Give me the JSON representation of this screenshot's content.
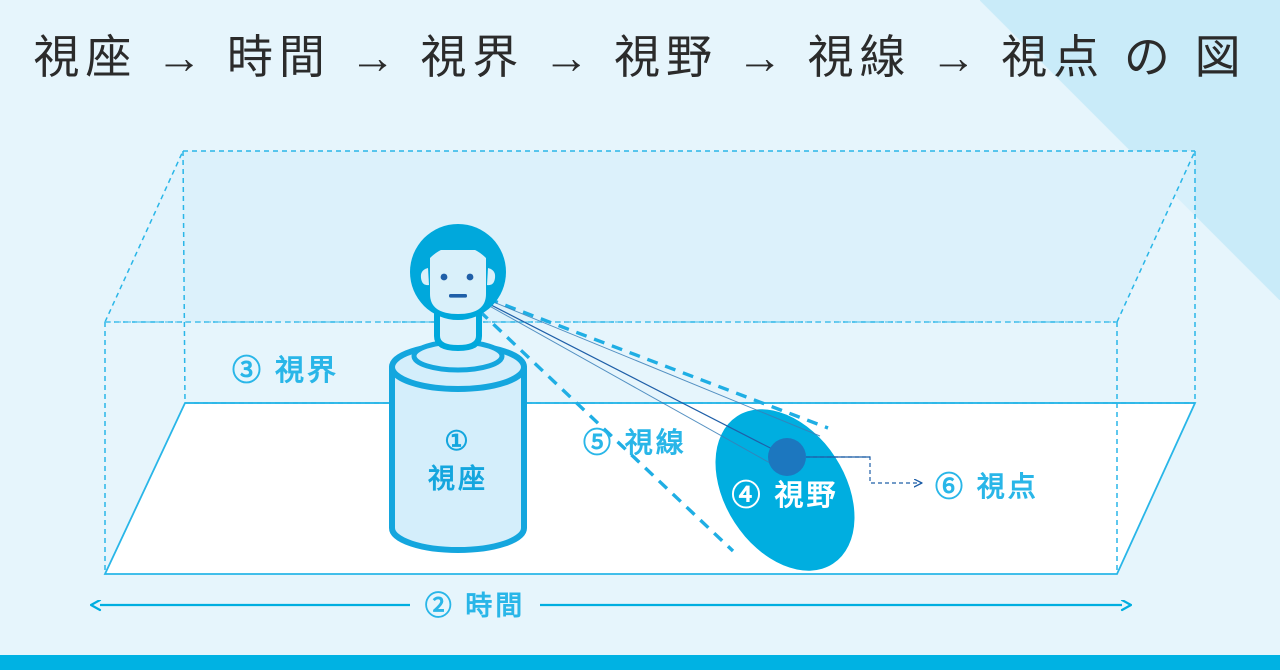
{
  "page": {
    "title": "視座 → 時間 → 視界 → 視野 → 視線 → 視点 の 図",
    "background_color": "#E6F5FC",
    "accent_color": "#00B2E3",
    "wedge_color": "#C9EBF9",
    "footer_bar_color": "#00B2E3",
    "title_color": "#2B2B2B"
  },
  "diagram": {
    "labels": {
      "shiza": "① 視座",
      "shiza_number": "①",
      "shiza_word": "視座",
      "jikan": "② 時間",
      "shikai": "③ 視界",
      "shiya": "④ 視野",
      "shisen": "⑤ 視線",
      "shiten": "⑥ 視点"
    },
    "colors": {
      "box_line": "#29B6E8",
      "box_upper_fill": "#DCF1FB",
      "floor_fill": "#FFFFFF",
      "cylinder_fill": "#D4EEFB",
      "cylinder_stroke": "#14A6DE",
      "head_hair": "#00A8DC",
      "head_face": "#D9F0FA",
      "ellipse_fill": "#00AEE0",
      "focus_dot": "#1C77BF",
      "sight_line": "#1FAEE4",
      "gaze_line": "#1F5FA8",
      "label_text": "#29B6E8",
      "ellipse_label_text": "#FFFFFF",
      "time_arrow": "#00AEE0"
    },
    "elements": [
      {
        "name": "perspective-box",
        "desc": "dashed wireframe cuboid"
      },
      {
        "name": "horizon-plane",
        "desc": "upper shaded plane labelled 視界"
      },
      {
        "name": "floor-plane",
        "desc": "white floor of cuboid"
      },
      {
        "name": "cylinder",
        "desc": "pedestal labelled 視座"
      },
      {
        "name": "person-head",
        "desc": "stylized head on pedestal"
      },
      {
        "name": "view-cone",
        "desc": "two dashed sight boundary lines"
      },
      {
        "name": "gaze-line",
        "desc": "solid arrow from eye to focus dot"
      },
      {
        "name": "field-ellipse",
        "desc": "filled ellipse labelled 視野"
      },
      {
        "name": "focus-dot",
        "desc": "dark dot = 視点"
      },
      {
        "name": "time-axis-arrow",
        "desc": "double headed horizontal arrow labelled 時間"
      }
    ]
  }
}
